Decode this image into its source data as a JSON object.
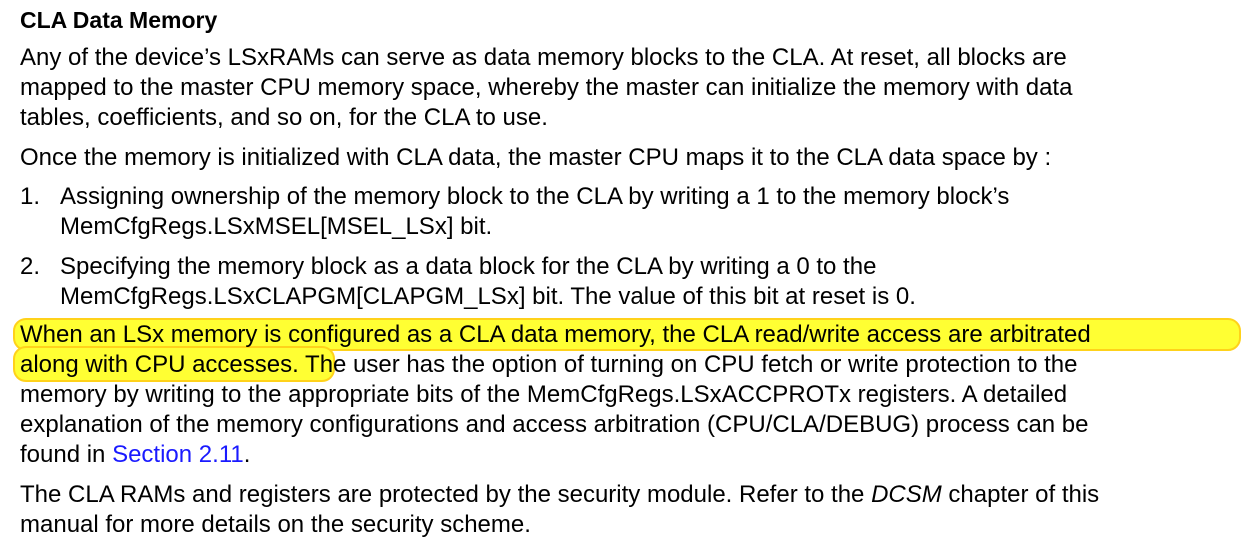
{
  "heading": "CLA Data Memory",
  "p1": {
    "l1": "Any of the device’s LSxRAMs can serve as data memory blocks to the CLA. At reset, all blocks are",
    "l2": "mapped to the master CPU memory space, whereby the master can initialize the memory with data",
    "l3": "tables, coefficients, and so on, for the CLA to use."
  },
  "p2": {
    "l1": "Once the memory is initialized with CLA data, the master CPU maps it to the CLA data space by :"
  },
  "list": [
    {
      "num": "1.",
      "l1": "Assigning ownership of the memory block to the CLA by writing a 1 to the memory block’s",
      "l2": "MemCfgRegs.LSxMSEL[MSEL_LSx] bit."
    },
    {
      "num": "2.",
      "l1": "Specifying the memory block as a data block for the CLA by writing a 0 to the",
      "l2": "MemCfgRegs.LSxCLAPGM[CLAPGM_LSx] bit. The value of this bit at reset is 0."
    }
  ],
  "p3": {
    "l1": "When an LSx memory is configured as a CLA data memory, the CLA read/write access are arbitrated",
    "l2_highlight": "along with CPU accesses",
    "l2_rest": ". The user has the option of turning on CPU fetch or write protection to the",
    "l3": "memory by writing to the appropriate bits of the MemCfgRegs.LSxACCPROTx registers. A detailed",
    "l4": "explanation of the memory configurations and access arbitration (CPU/CLA/DEBUG) process can be",
    "l5_pre": "found in ",
    "l5_link": "Section 2.11",
    "l5_post": "."
  },
  "p4": {
    "l1_pre": "The CLA RAMs and registers are protected by the security module. Refer to the ",
    "l1_em": "DCSM",
    "l1_post": " chapter of this",
    "l2": "manual for more details on the security scheme."
  },
  "colors": {
    "highlight": "#ffff33",
    "highlight_border": "#ffd21a",
    "link": "#1a1aff"
  }
}
